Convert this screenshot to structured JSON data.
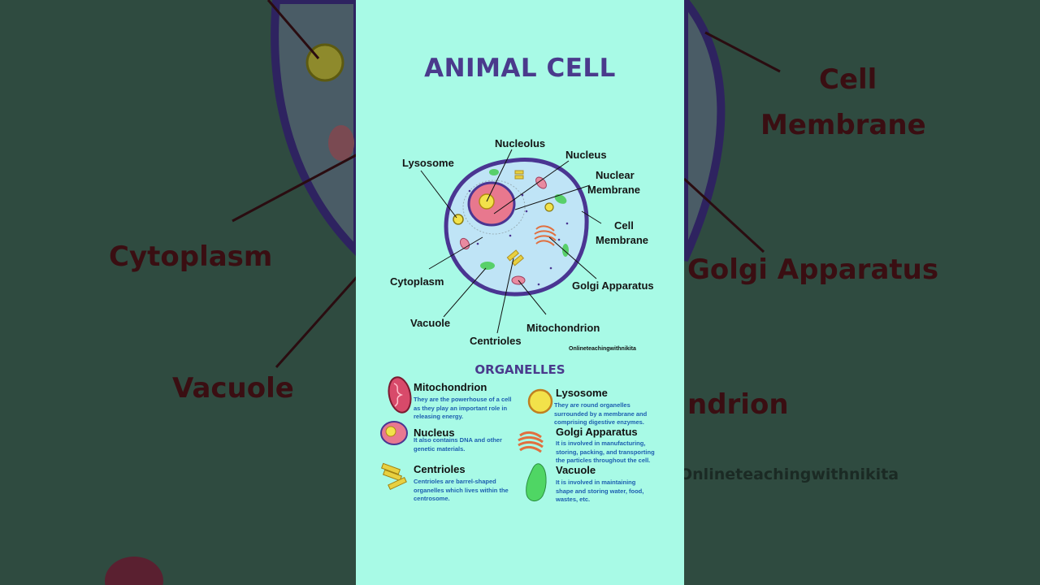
{
  "title": "ANIMAL CELL",
  "diagram_labels": {
    "nucleolus": "Nucleolus",
    "nucleus": "Nucleus",
    "lysosome": "Lysosome",
    "nuclear_membrane_1": "Nuclear",
    "nuclear_membrane_2": "Membrane",
    "cell_membrane_1": "Cell",
    "cell_membrane_2": "Membrane",
    "cytoplasm": "Cytoplasm",
    "golgi": "Golgi Apparatus",
    "vacuole": "Vacuole",
    "mitochondrion": "Mitochondrion",
    "centrioles": "Centrioles"
  },
  "credit": "Onlineteachingwithnikita",
  "organelles_title": "ORGANELLES",
  "organelles": [
    {
      "name": "Mitochondrion",
      "desc": "They are the powerhouse of a cell as they play an important role in releasing energy.",
      "icon": "mitochondrion-icon"
    },
    {
      "name": "Lysosome",
      "desc": "They are round organelles surrounded by a membrane and comprising digestive enzymes.",
      "icon": "lysosome-icon"
    },
    {
      "name": "Nucleus",
      "desc": "It also contains DNA and other genetic materials.",
      "icon": "nucleus-icon"
    },
    {
      "name": "Golgi Apparatus",
      "desc": "It is involved in manufacturing, storing, packing, and transporting the particles throughout the cell.",
      "icon": "golgi-icon"
    },
    {
      "name": "Centrioles",
      "desc": "Centrioles are barrel-shaped organelles which lives within the centrosome.",
      "icon": "centrioles-icon"
    },
    {
      "name": "Vacuole",
      "desc": "It is involved in maintaining shape and storing water, food, wastes, etc.",
      "icon": "vacuole-icon"
    }
  ],
  "background_labels": {
    "cell_1": "Cell",
    "membrane": "Membrane",
    "cytoplasm": "Cytoplasm",
    "golgi": "Golgi Apparatus",
    "vacuole": "Vacuole",
    "mitochondrion_partial": "ndrion",
    "credit": "Onlineteachingwithnikita"
  },
  "colors": {
    "panel_bg": "#a8fae6",
    "title": "#4a3a8c",
    "cell_membrane": "#4a3592",
    "cytoplasm": "#bfe4f6",
    "nucleus": "#e8788e",
    "description_text": "#1d5fb0",
    "background": "#2f4b40"
  }
}
